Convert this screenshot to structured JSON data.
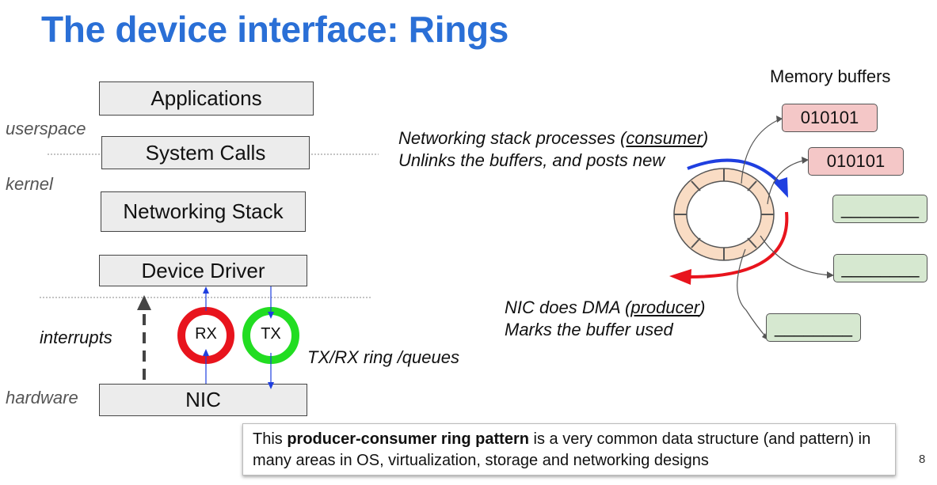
{
  "slide": {
    "title": "The device interface: Rings",
    "page_number": "8"
  },
  "stack": {
    "applications": "Applications",
    "system_calls": "System Calls",
    "networking_stack": "Networking Stack",
    "device_driver": "Device Driver",
    "nic": "NIC"
  },
  "layers": {
    "userspace": "userspace",
    "kernel": "kernel",
    "hardware": "hardware"
  },
  "labels": {
    "interrupts": "interrupts",
    "rx": "RX",
    "tx": "TX",
    "rings_queues": "TX/RX ring /queues"
  },
  "ring_diagram": {
    "memory_buffers": "Memory buffers",
    "consumer_line1_pre": "Networking stack processes (",
    "consumer_word": "consumer",
    "consumer_line1_post": ")",
    "consumer_line2": "Unlinks the buffers, and posts new",
    "producer_line1_pre": "NIC does DMA (",
    "producer_word": "producer",
    "producer_line1_post": ")",
    "producer_line2": "Marks the buffer used",
    "buffer1": "010101",
    "buffer2": "010101",
    "buffer3": "________",
    "buffer4": "________",
    "buffer5": "________"
  },
  "note": {
    "pre": "This ",
    "bold": "producer-consumer ring pattern",
    "post": " is a very common data structure (and pattern) in many areas in OS, virtualization, storage and networking designs"
  },
  "colors": {
    "title": "#2a6fd6",
    "consumer_arrow": "#1f3fe0",
    "producer_arrow": "#e8141d",
    "rx_ring": "#e8141d",
    "tx_ring": "#22dd22",
    "ring_fill": "#f9dcc4"
  }
}
